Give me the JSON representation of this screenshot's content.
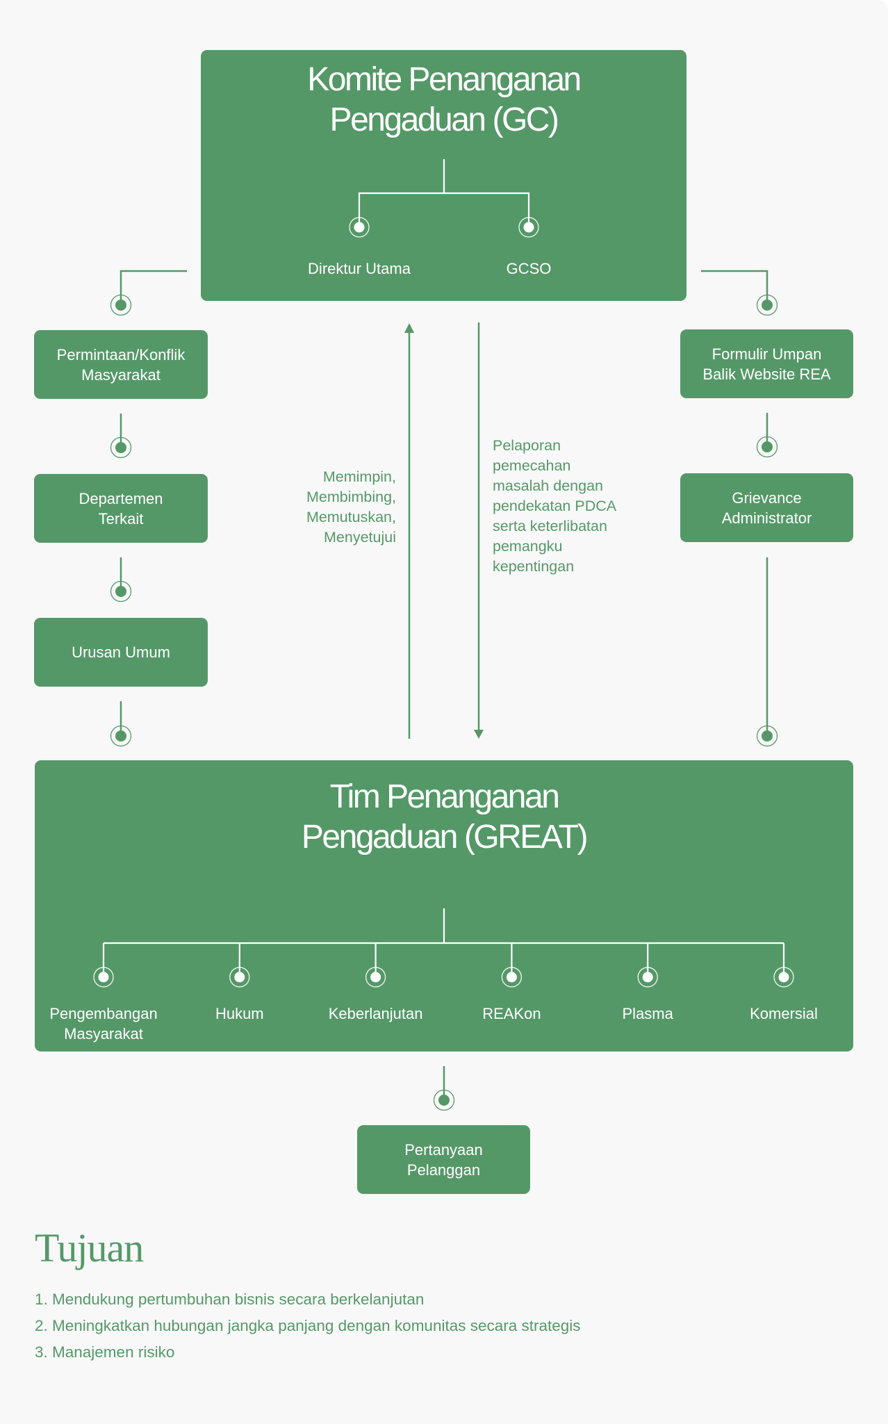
{
  "committee": {
    "title": "Komite Penanganan\nPengaduan (GC)",
    "members": [
      {
        "label": "Direktur Utama"
      },
      {
        "label": "GCSO"
      }
    ]
  },
  "left_chain": [
    {
      "label": "Permintaan/Konflik\nMasyarakat"
    },
    {
      "label": "Departemen\nTerkait"
    },
    {
      "label": "Urusan Umum"
    }
  ],
  "right_chain": [
    {
      "label": "Formulir Umpan\nBalik Website REA"
    },
    {
      "label": "Grievance\nAdministrator"
    }
  ],
  "flows": {
    "up_note": "Memimpin,\nMembimbing,\nMemutuskan,\nMenyetujui",
    "down_note": "Pelaporan\npemecahan\nmasalah dengan\npendekatan PDCA\nserta keterlibatan\npemangku\nkepentingan"
  },
  "team": {
    "title": "Tim Penanganan\nPengaduan (GREAT)",
    "units": [
      {
        "label": "Pengembangan\nMasyarakat"
      },
      {
        "label": "Hukum"
      },
      {
        "label": "Keberlanjutan"
      },
      {
        "label": "REAKon"
      },
      {
        "label": "Plasma"
      },
      {
        "label": "Komersial"
      }
    ]
  },
  "customer_box": {
    "label": "Pertanyaan\nPelanggan"
  },
  "goals": {
    "title": "Tujuan",
    "items": [
      "1. Mendukung pertumbuhan bisnis secara berkelanjutan",
      "2. Meningkatkan hubungan jangka panjang dengan komunitas secara strategis",
      "3. Manajemen risiko"
    ]
  },
  "colors": {
    "accent": "#559868",
    "background": "#f8f8f8",
    "box_text": "#ffffff"
  }
}
